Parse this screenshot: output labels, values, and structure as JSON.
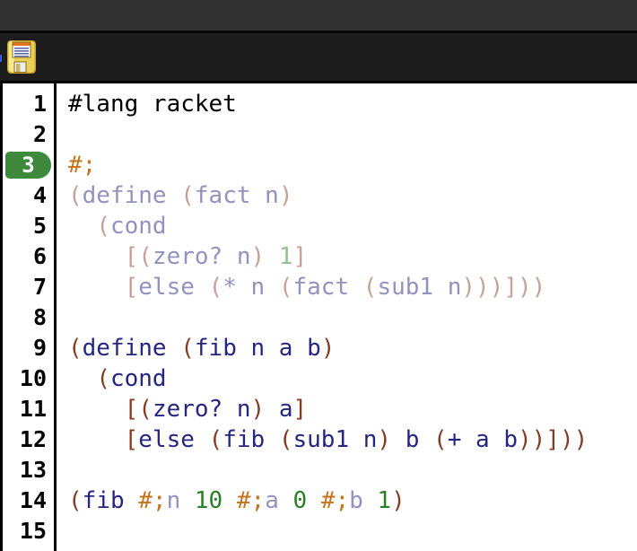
{
  "window": {
    "titlebar_color": "#323232",
    "toolbar_color": "#1d1d1d"
  },
  "toolbar": {
    "save_icon": "floppy-disk-icon"
  },
  "editor": {
    "highlighted_line": 3,
    "highlight_color": "#3E8A3C",
    "colors": {
      "plain": "#000000",
      "paren": "#843C24",
      "sym": "#262680",
      "const": "#298026",
      "comment": "#C2741F",
      "fparen": "#C5A198",
      "fsym": "#9292BF",
      "fconst": "#94C092"
    },
    "lines": [
      {
        "no": 1,
        "tokens": [
          {
            "t": "#lang racket",
            "c": "plain"
          }
        ]
      },
      {
        "no": 2,
        "tokens": []
      },
      {
        "no": 3,
        "tokens": [
          {
            "t": "#;",
            "c": "comment"
          }
        ]
      },
      {
        "no": 4,
        "tokens": [
          {
            "t": "(",
            "c": "fparen"
          },
          {
            "t": "define ",
            "c": "fsym"
          },
          {
            "t": "(",
            "c": "fparen"
          },
          {
            "t": "fact n",
            "c": "fsym"
          },
          {
            "t": ")",
            "c": "fparen"
          }
        ]
      },
      {
        "no": 5,
        "tokens": [
          {
            "t": "  ",
            "c": "plain"
          },
          {
            "t": "(",
            "c": "fparen"
          },
          {
            "t": "cond",
            "c": "fsym"
          }
        ]
      },
      {
        "no": 6,
        "tokens": [
          {
            "t": "    ",
            "c": "plain"
          },
          {
            "t": "[(",
            "c": "fparen"
          },
          {
            "t": "zero? n",
            "c": "fsym"
          },
          {
            "t": ") ",
            "c": "fparen"
          },
          {
            "t": "1",
            "c": "fconst"
          },
          {
            "t": "]",
            "c": "fparen"
          }
        ]
      },
      {
        "no": 7,
        "tokens": [
          {
            "t": "    ",
            "c": "plain"
          },
          {
            "t": "[",
            "c": "fparen"
          },
          {
            "t": "else ",
            "c": "fsym"
          },
          {
            "t": "(",
            "c": "fparen"
          },
          {
            "t": "* n ",
            "c": "fsym"
          },
          {
            "t": "(",
            "c": "fparen"
          },
          {
            "t": "fact ",
            "c": "fsym"
          },
          {
            "t": "(",
            "c": "fparen"
          },
          {
            "t": "sub1 n",
            "c": "fsym"
          },
          {
            "t": ")))]))",
            "c": "fparen"
          }
        ]
      },
      {
        "no": 8,
        "tokens": []
      },
      {
        "no": 9,
        "tokens": [
          {
            "t": "(",
            "c": "paren"
          },
          {
            "t": "define ",
            "c": "sym"
          },
          {
            "t": "(",
            "c": "paren"
          },
          {
            "t": "fib n a b",
            "c": "sym"
          },
          {
            "t": ")",
            "c": "paren"
          }
        ]
      },
      {
        "no": 10,
        "tokens": [
          {
            "t": "  ",
            "c": "plain"
          },
          {
            "t": "(",
            "c": "paren"
          },
          {
            "t": "cond",
            "c": "sym"
          }
        ]
      },
      {
        "no": 11,
        "tokens": [
          {
            "t": "    ",
            "c": "plain"
          },
          {
            "t": "[(",
            "c": "paren"
          },
          {
            "t": "zero? n",
            "c": "sym"
          },
          {
            "t": ") ",
            "c": "paren"
          },
          {
            "t": "a",
            "c": "sym"
          },
          {
            "t": "]",
            "c": "paren"
          }
        ]
      },
      {
        "no": 12,
        "tokens": [
          {
            "t": "    ",
            "c": "plain"
          },
          {
            "t": "[",
            "c": "paren"
          },
          {
            "t": "else ",
            "c": "sym"
          },
          {
            "t": "(",
            "c": "paren"
          },
          {
            "t": "fib ",
            "c": "sym"
          },
          {
            "t": "(",
            "c": "paren"
          },
          {
            "t": "sub1 n",
            "c": "sym"
          },
          {
            "t": ") ",
            "c": "paren"
          },
          {
            "t": "b ",
            "c": "sym"
          },
          {
            "t": "(",
            "c": "paren"
          },
          {
            "t": "+ a b",
            "c": "sym"
          },
          {
            "t": "))]))",
            "c": "paren"
          }
        ]
      },
      {
        "no": 13,
        "tokens": []
      },
      {
        "no": 14,
        "tokens": [
          {
            "t": "(",
            "c": "paren"
          },
          {
            "t": "fib ",
            "c": "sym"
          },
          {
            "t": "#;",
            "c": "comment"
          },
          {
            "t": "n",
            "c": "fsym"
          },
          {
            "t": " 10 ",
            "c": "const"
          },
          {
            "t": "#;",
            "c": "comment"
          },
          {
            "t": "a",
            "c": "fsym"
          },
          {
            "t": " 0 ",
            "c": "const"
          },
          {
            "t": "#;",
            "c": "comment"
          },
          {
            "t": "b",
            "c": "fsym"
          },
          {
            "t": " 1",
            "c": "const"
          },
          {
            "t": ")",
            "c": "paren"
          }
        ]
      },
      {
        "no": 15,
        "tokens": []
      }
    ]
  }
}
